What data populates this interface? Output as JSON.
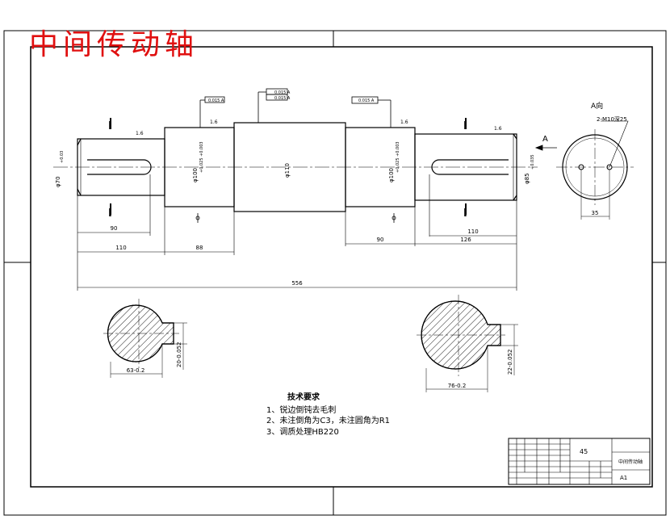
{
  "drawing": {
    "title": "中间传动轴",
    "view_label": "A向",
    "view_arrow_label": "A",
    "section_marks": [
      "I",
      "I",
      "I",
      "I"
    ],
    "roughness_marks": [
      "1.6",
      "1.6",
      "1.6",
      "1.6"
    ],
    "thread_callout": "2-M10深25",
    "diameters": {
      "d70": "φ70",
      "d70_tol": "+0.03",
      "d100_left": "φ100",
      "d100_left_tol": "+0.025 +0.003",
      "d110": "φ110",
      "d100_right": "φ100",
      "d100_right_tol": "+0.025 +0.003",
      "d85": "φ85",
      "d85_tol": "+0.035"
    },
    "dimensions": {
      "key_left": "90",
      "seg_left": "110",
      "seg_mid_left": "88",
      "key_right": "110",
      "seg_mid_right": "90",
      "seg_right": "126",
      "overall": "556",
      "end_spacing": "35",
      "sec1_depth": "63-0.2",
      "sec1_width": "20-0.052",
      "sec2_depth": "76-0.2",
      "sec2_width": "22-0.052"
    },
    "gdt": {
      "left_bearing": "0.015 A",
      "center_1": "0.015 A",
      "center_2": "0.015 A",
      "right_bearing": "0.015 A"
    },
    "tech_requirements": {
      "heading": "技术要求",
      "items": [
        "1、锐边倒钝去毛刺",
        "2、未注倒角为C3，未注圆角为R1",
        "3、调质处理HB220"
      ]
    },
    "title_block": {
      "material": "45",
      "part_name": "中间传动轴",
      "sheet_size": "A1"
    },
    "colors": {
      "line": "#000000",
      "title": "#e01010",
      "hatch": "#000000"
    }
  }
}
